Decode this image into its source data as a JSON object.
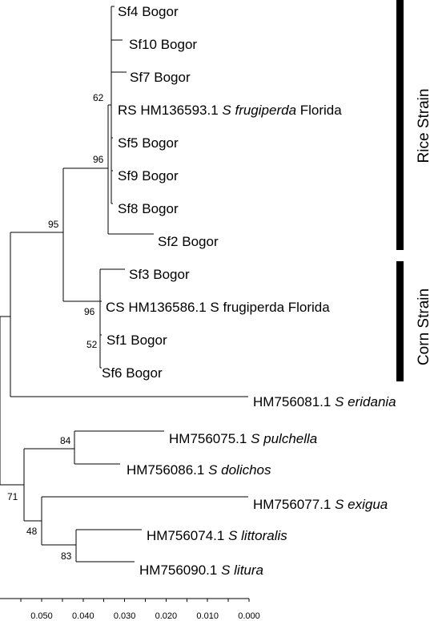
{
  "leaves": [
    {
      "prefix": "Sf4 Bogor",
      "italic": "",
      "suffix": ""
    },
    {
      "prefix": "Sf10 Bogor",
      "italic": "",
      "suffix": ""
    },
    {
      "prefix": "Sf7 Bogor",
      "italic": "",
      "suffix": ""
    },
    {
      "prefix": "RS HM136593.1 ",
      "italic": "S frugiperda",
      "suffix": " Florida"
    },
    {
      "prefix": "Sf5 Bogor",
      "italic": "",
      "suffix": ""
    },
    {
      "prefix": "Sf9 Bogor",
      "italic": "",
      "suffix": ""
    },
    {
      "prefix": "Sf8 Bogor",
      "italic": "",
      "suffix": ""
    },
    {
      "prefix": "Sf2 Bogor",
      "italic": "",
      "suffix": ""
    },
    {
      "prefix": "Sf3 Bogor",
      "italic": "",
      "suffix": ""
    },
    {
      "prefix": "CS HM136586.1 S frugiperda Florida",
      "italic": "",
      "suffix": ""
    },
    {
      "prefix": "Sf1 Bogor",
      "italic": "",
      "suffix": ""
    },
    {
      "prefix": "Sf6 Bogor",
      "italic": "",
      "suffix": ""
    },
    {
      "prefix": "HM756081.1 ",
      "italic": "S eridania",
      "suffix": ""
    },
    {
      "prefix": "HM756075.1 ",
      "italic": "S pulchella",
      "suffix": ""
    },
    {
      "prefix": "HM756086.1 ",
      "italic": "S dolichos",
      "suffix": ""
    },
    {
      "prefix": "HM756077.1 ",
      "italic": "S exigua",
      "suffix": ""
    },
    {
      "prefix": "HM756074.1 ",
      "italic": "S littoralis",
      "suffix": ""
    },
    {
      "prefix": "HM756090.1 ",
      "italic": "S litura",
      "suffix": ""
    }
  ],
  "bootstrap": [
    "62",
    "96",
    "95",
    "96",
    "52",
    "84",
    "71",
    "48",
    "83"
  ],
  "clades": {
    "rice": "Rice Strain",
    "corn": "Corn Strain"
  },
  "scale_axis": {
    "ticks": [
      "0.050",
      "0.040",
      "0.030",
      "0.020",
      "0.010",
      "0.000"
    ],
    "range": [
      0.05,
      0.0
    ]
  }
}
